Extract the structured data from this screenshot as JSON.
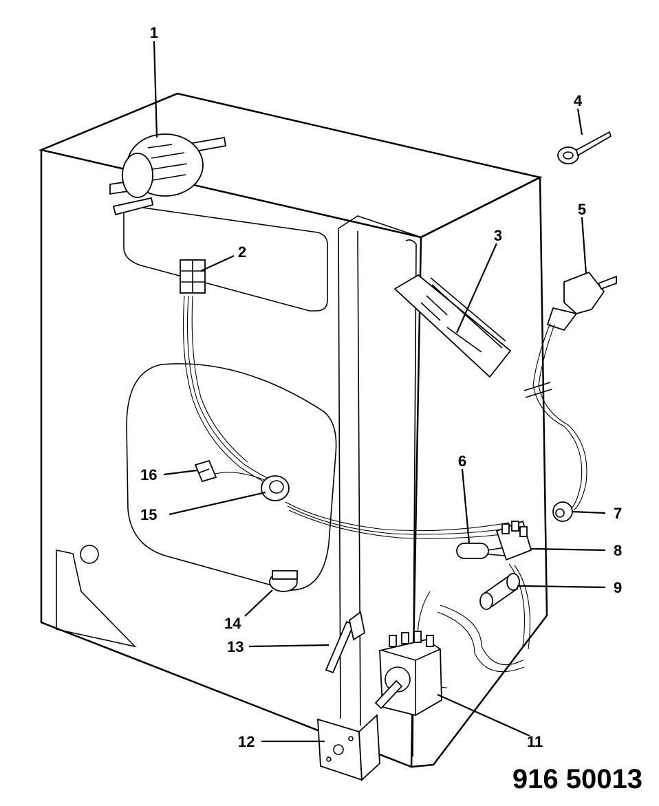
{
  "diagram": {
    "part_labels": [
      "1",
      "2",
      "3",
      "4",
      "5",
      "6",
      "7",
      "8",
      "9",
      "11",
      "12",
      "13",
      "14",
      "15",
      "16"
    ],
    "drawing_code": "916 50013"
  }
}
